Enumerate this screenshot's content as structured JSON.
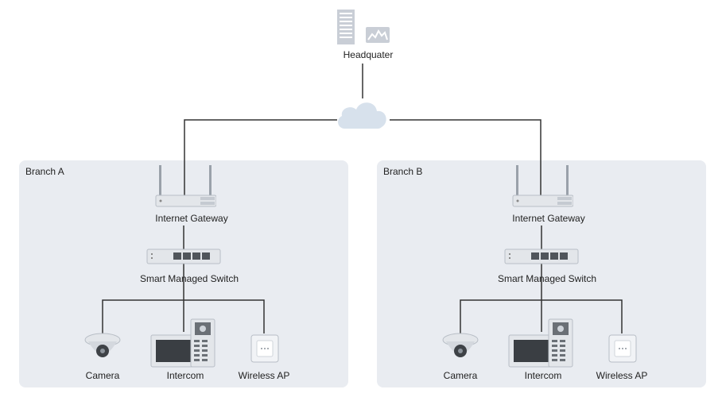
{
  "headquarters": {
    "label": "Headquater"
  },
  "branches": [
    {
      "title": "Branch A",
      "gateway_label": "Internet Gateway",
      "switch_label": "Smart Managed Switch",
      "devices": {
        "camera": "Camera",
        "intercom": "Intercom",
        "ap": "Wireless AP"
      }
    },
    {
      "title": "Branch B",
      "gateway_label": "Internet Gateway",
      "switch_label": "Smart Managed Switch",
      "devices": {
        "camera": "Camera",
        "intercom": "Intercom",
        "ap": "Wireless AP"
      }
    }
  ],
  "colors": {
    "branch_bg": "#e9ecf1",
    "line": "#333333",
    "cloud": "#d7e1ec",
    "device": "#e4e8ee",
    "device_dark": "#6b7076"
  },
  "icons": [
    "building-icon",
    "cloud-icon",
    "router-icon",
    "switch-icon",
    "camera-icon",
    "intercom-icon",
    "access-point-icon"
  ]
}
